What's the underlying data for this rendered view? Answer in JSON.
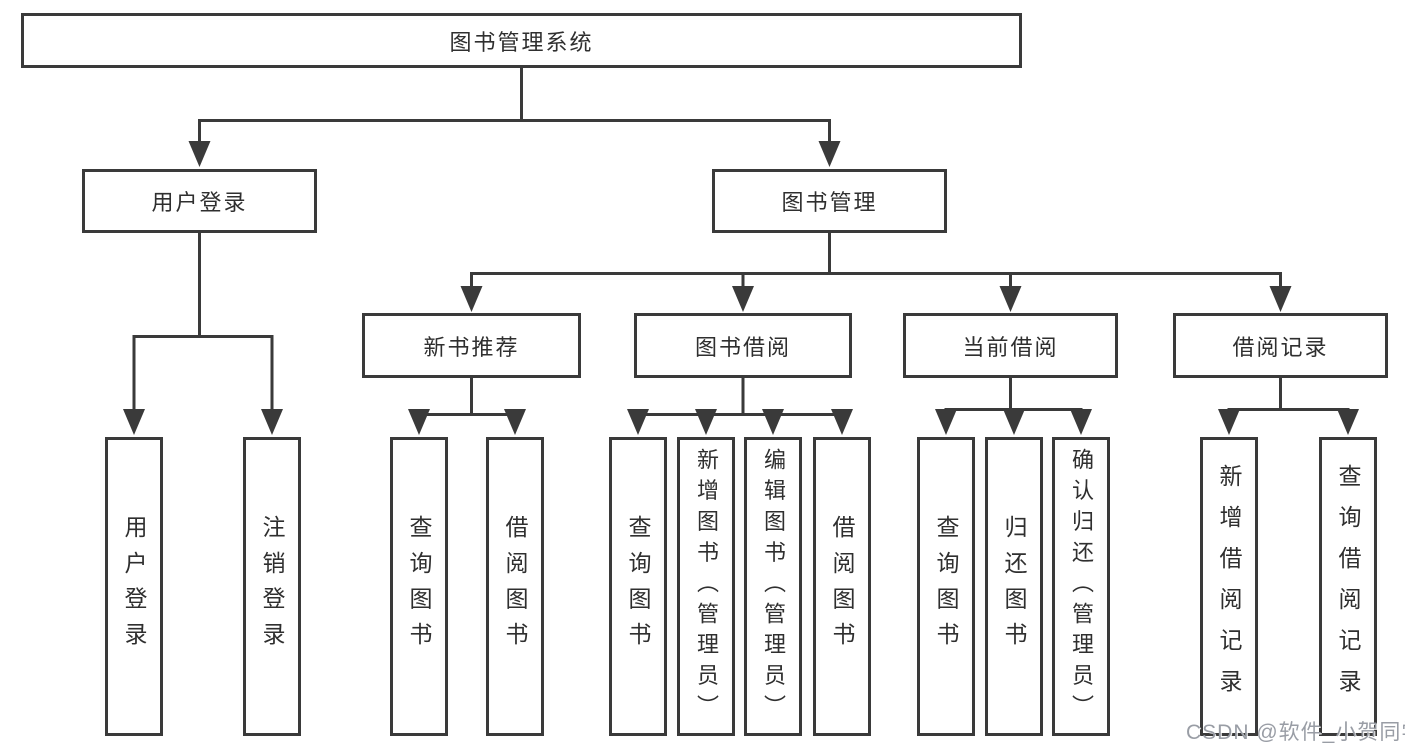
{
  "diagram": {
    "root": "图书管理系统",
    "level2": [
      "用户登录",
      "图书管理"
    ],
    "level3": [
      "新书推荐",
      "图书借阅",
      "当前借阅",
      "借阅记录"
    ],
    "leaves": {
      "user_login": [
        "用户登录",
        "注销登录"
      ],
      "new_book_rec": [
        "查询图书",
        "借阅图书"
      ],
      "book_borrow": [
        "查询图书",
        "新增图书（管理员）",
        "编辑图书（管理员）",
        "借阅图书"
      ],
      "current_borrow": [
        "查询图书",
        "归还图书",
        "确认归还（管理员）"
      ],
      "borrow_records": [
        "新增借阅记录",
        "查询借阅记录"
      ]
    }
  },
  "watermark": {
    "text": "CSDN @软件_小贺同学"
  },
  "colors": {
    "line": "#3a3a3a",
    "box_border": "#3a3a3a",
    "text": "#2f2f2f",
    "background": "#ffffff",
    "watermark": "#9498a0"
  }
}
